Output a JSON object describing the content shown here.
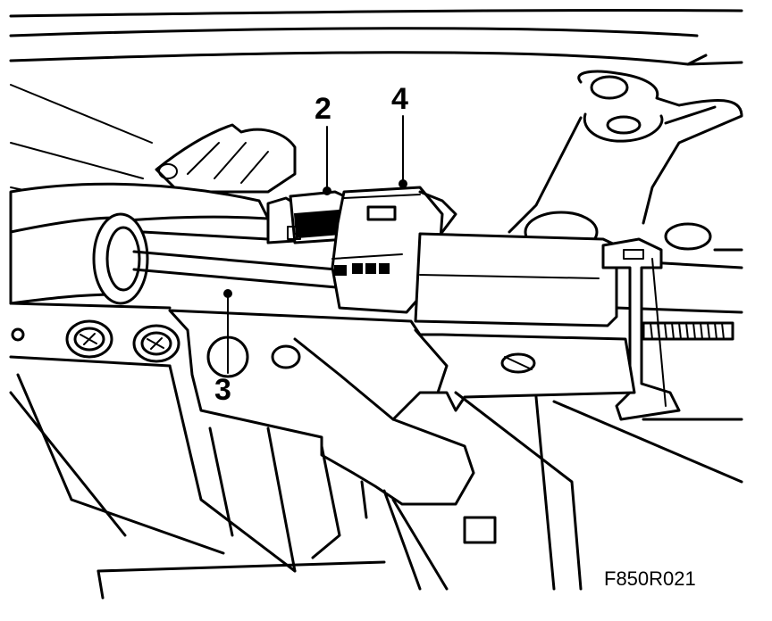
{
  "figure": {
    "callouts": [
      {
        "id": "c2",
        "label": "2"
      },
      {
        "id": "c4",
        "label": "4"
      },
      {
        "id": "c3",
        "label": "3"
      }
    ],
    "figure_id": "F850R021"
  }
}
